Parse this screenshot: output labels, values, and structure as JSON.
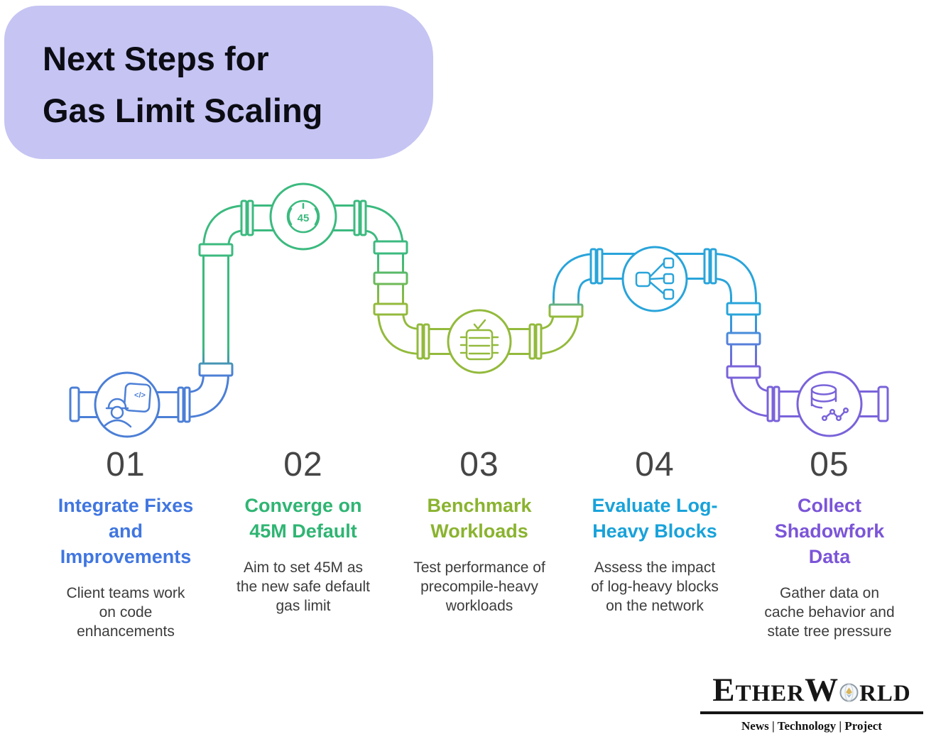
{
  "title": {
    "line1": "Next Steps for",
    "line2": "Gas Limit Scaling"
  },
  "steps": [
    {
      "number": "01",
      "heading": "Integrate Fixes\nand\nImprovements",
      "description": "Client teams work\non code\nenhancements",
      "heading_color": "#4076e0",
      "pipe_color": "#4c7fd6",
      "icon": "engineer-code-icon",
      "icon_glyph": "</>"
    },
    {
      "number": "02",
      "heading": "Converge on\n45M Default",
      "description": "Aim to set 45M as\nthe new safe default\ngas limit",
      "heading_color": "#2fb573",
      "pipe_color": "#3cba7f",
      "icon": "gauge-45-icon",
      "gauge_label": "45"
    },
    {
      "number": "03",
      "heading": "Benchmark\nWorkloads",
      "description": "Test performance of\nprecompile-heavy\nworkloads",
      "heading_color": "#8ab32f",
      "pipe_color": "#93ba3c",
      "icon": "benchmark-chip-icon"
    },
    {
      "number": "04",
      "heading": "Evaluate Log-\nHeavy Blocks",
      "description": "Assess the impact\nof log-heavy blocks\non the network",
      "heading_color": "#18a2da",
      "pipe_color": "#29a4da",
      "icon": "fanout-network-icon"
    },
    {
      "number": "05",
      "heading": "Collect\nShadowfork\nData",
      "description": "Gather data on\ncache behavior and\nstate tree pressure",
      "heading_color": "#7b55d8",
      "pipe_color": "#7a63da",
      "icon": "database-graph-icon"
    }
  ],
  "footer": {
    "brand_full": "EtherWorld",
    "brand_part1": "E",
    "brand_part2": "THER",
    "brand_part3": "W",
    "brand_part4": "RLD",
    "tagline": "News | Technology | Project"
  },
  "colors": {
    "title_bg": "#c5c4f3",
    "title_text": "#0c0c14",
    "number_gray": "#454545",
    "body_text": "#3c3c3c",
    "brand_black": "#161616",
    "background": "#ffffff"
  }
}
